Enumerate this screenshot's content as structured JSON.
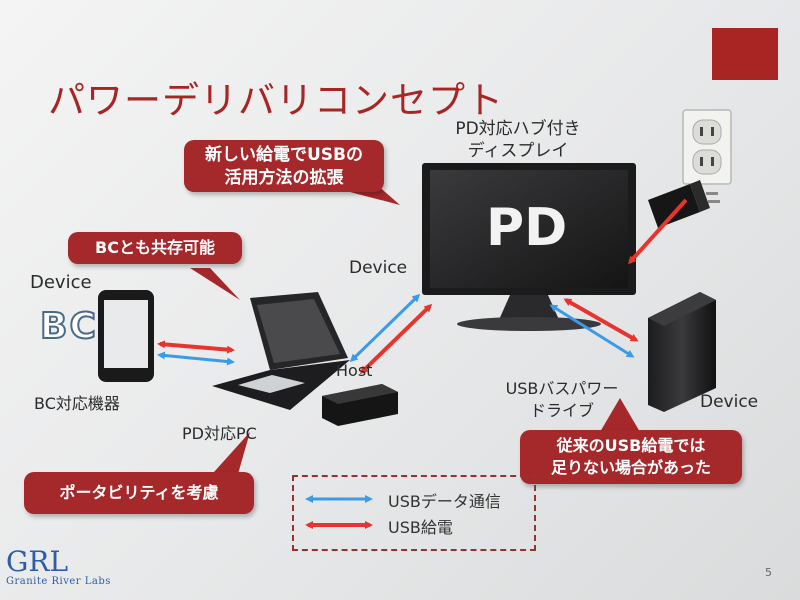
{
  "slide": {
    "title": "パワーデリバリコンセプト",
    "page_number": "5"
  },
  "callouts": {
    "new_usage": [
      "新しい給電でUSBの",
      "活用方法の拡張"
    ],
    "bc_coexist": "BCとも共存可能",
    "portability": "ポータビリティを考慮",
    "insufficient": [
      "従来のUSB給電では",
      "足りない場合があった"
    ]
  },
  "labels": {
    "monitor": [
      "PD対応ハブ付き",
      "ディスプレイ"
    ],
    "monitor_screen": "PD",
    "device_monitor": "Device",
    "device_phone": "Device",
    "bc_logo": "BC",
    "bc_device": "BC対応機器",
    "pd_pc": "PD対応PC",
    "host": "Host",
    "usb_drive": [
      "USBバスパワー",
      "ドライブ"
    ],
    "device_drive": "Device"
  },
  "legend": {
    "data": "USBデータ通信",
    "power": "USB給電"
  },
  "colors": {
    "accent": "#a82524",
    "data_arrow": "#3b9be8",
    "power_arrow": "#e8342f"
  },
  "logo": {
    "mark": "GRL",
    "name": "Granite River Labs"
  }
}
